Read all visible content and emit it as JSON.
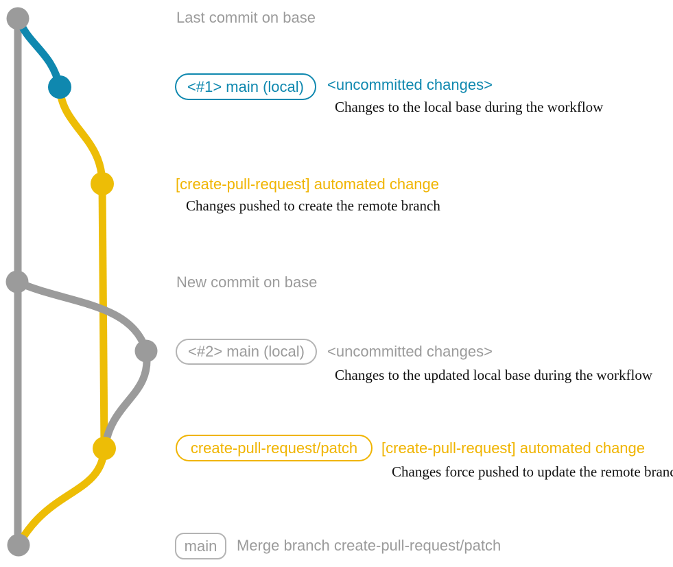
{
  "colors": {
    "gray": "#9b9b9b",
    "gray_border": "#b4b4b4",
    "teal": "#0f88af",
    "yellow": "#f0b400",
    "yellow_line": "#edbd06",
    "ink": "#111111"
  },
  "captions": {
    "last_commit_on_base": "Last commit on base",
    "new_commit_on_base": "New commit on base"
  },
  "row_main_local_1": {
    "badge": "<#1> main (local)",
    "status": "<uncommitted changes>",
    "note": "Changes to the local base during the workflow"
  },
  "row_automated_change_1": {
    "title": "[create-pull-request] automated change",
    "note": "Changes pushed to create the remote branch"
  },
  "row_main_local_2": {
    "badge": "<#2> main (local)",
    "status": "<uncommitted changes>",
    "note": "Changes to the updated local base during the workflow"
  },
  "row_patch_branch": {
    "badge": "create-pull-request/patch",
    "title": "[create-pull-request] automated change",
    "note": "Changes force pushed to update the remote branch"
  },
  "row_merge": {
    "badge": "main",
    "message": "Merge branch create-pull-request/patch"
  }
}
